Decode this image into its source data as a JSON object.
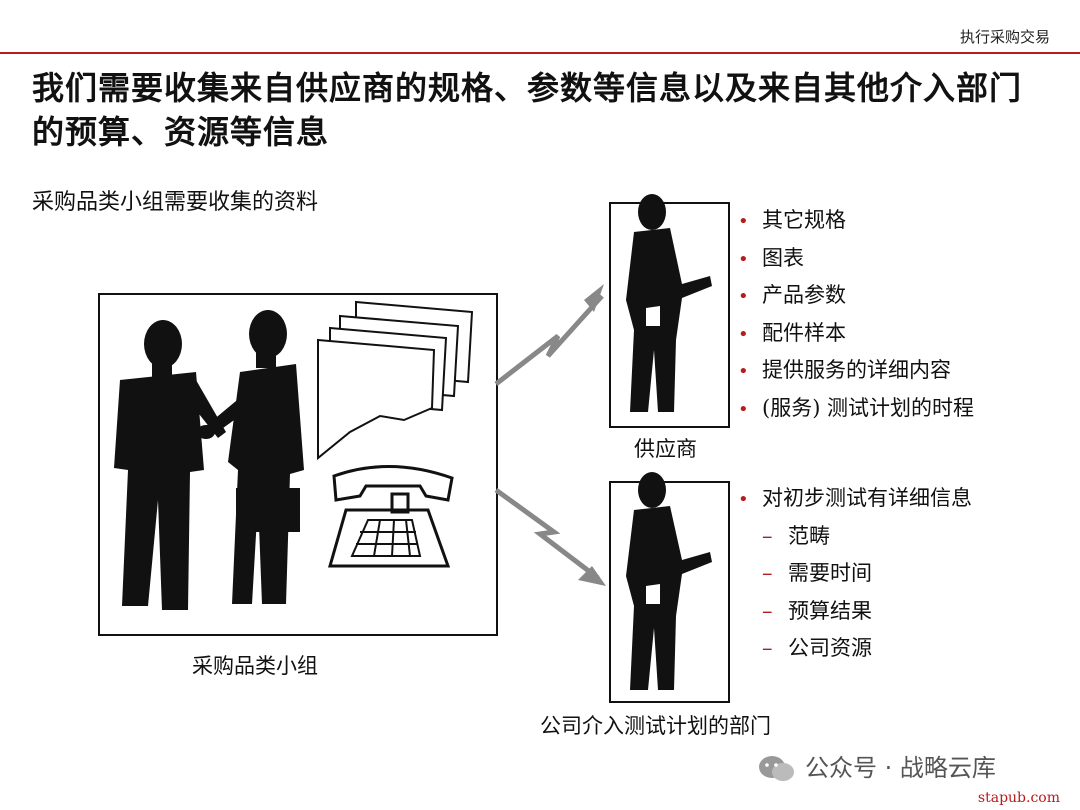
{
  "header": {
    "section_label": "执行采购交易"
  },
  "title": "我们需要收集来自供应商的规格、参数等信息以及来自其他介入部门的预算、资源等信息",
  "subtitle": "采购品类小组需要收集的资料",
  "diagram": {
    "group_caption": "采购品类小组",
    "supplier_caption": "供应商",
    "department_caption": "公司介入测试计划的部门"
  },
  "supplier_items": [
    "其它规格",
    "图表",
    "产品参数",
    "配件样本",
    "提供服务的详细内容",
    "(服务) 测试计划的时程"
  ],
  "department_items": {
    "main": "对初步测试有详细信息",
    "sub": [
      "范畴",
      "需要时间",
      "预算结果",
      "公司资源"
    ]
  },
  "watermark": {
    "text": "公众号 · 战略云库"
  },
  "footer": {
    "site": "stapub.com"
  },
  "icons": [
    "businessman-silhouette-icon",
    "briefcase-icon",
    "telephone-icon",
    "document-stack-icon",
    "lightning-arrow-icon",
    "wechat-icon"
  ],
  "colors": {
    "accent": "#b71c1c",
    "text": "#111111"
  }
}
